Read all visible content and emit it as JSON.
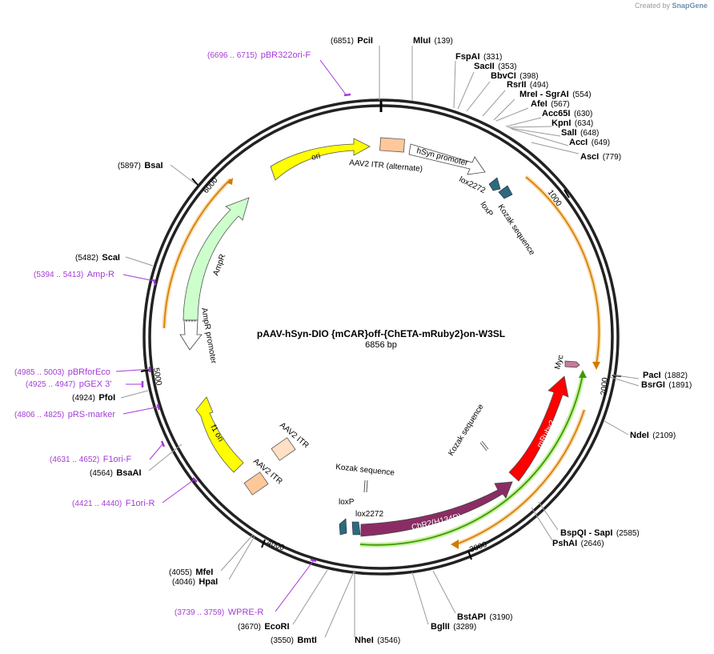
{
  "credit": {
    "prefix": "Created by",
    "brand": "SnapGene"
  },
  "title": "pAAV-hSyn-DIO {mCAR}off-{ChETA-mRuby2}on-W3SL",
  "length_label": "6856 bp",
  "colors": {
    "backbone": "#222222",
    "ori": "#ffff00",
    "itr": "#ffd9b0",
    "promoter": "#ffffff",
    "loxp": "#2d6a82",
    "ampr": "#ccffcc",
    "f1ori": "#ffff00",
    "chr2": "#8b2d64",
    "mruby2": "#ff0000",
    "myc": "#c97b9d",
    "orange_arc": "#e08a10",
    "green_arc": "#3c9a00",
    "primer": "#a33bd6"
  },
  "enzymes": [
    {
      "name": "PciI",
      "pos": "(6851)"
    },
    {
      "name": "MluI",
      "pos": "(139)"
    },
    {
      "name": "FspAI",
      "pos": "(331)"
    },
    {
      "name": "SacII",
      "pos": "(353)"
    },
    {
      "name": "BbvCI",
      "pos": "(398)"
    },
    {
      "name": "RsrII",
      "pos": "(494)"
    },
    {
      "name": "MreI - SgrAI",
      "pos": "(554)"
    },
    {
      "name": "AfeI",
      "pos": "(567)"
    },
    {
      "name": "Acc65I",
      "pos": "(630)"
    },
    {
      "name": "KpnI",
      "pos": "(634)"
    },
    {
      "name": "SalI",
      "pos": "(648)"
    },
    {
      "name": "AccI",
      "pos": "(649)"
    },
    {
      "name": "AscI",
      "pos": "(779)"
    },
    {
      "name": "PacI",
      "pos": "(1882)"
    },
    {
      "name": "BsrGI",
      "pos": "(1891)"
    },
    {
      "name": "NdeI",
      "pos": "(2109)"
    },
    {
      "name": "BspQI - SapI",
      "pos": "(2585)"
    },
    {
      "name": "PshAI",
      "pos": "(2646)"
    },
    {
      "name": "BstAPI",
      "pos": "(3190)"
    },
    {
      "name": "BglII",
      "pos": "(3289)"
    },
    {
      "name": "NheI",
      "pos": "(3546)"
    },
    {
      "name": "BmtI",
      "pos": "(3550)"
    },
    {
      "name": "EcoRI",
      "pos": "(3670)"
    },
    {
      "name": "HpaI",
      "pos": "(4046)"
    },
    {
      "name": "MfeI",
      "pos": "(4055)"
    },
    {
      "name": "BsaAI",
      "pos": "(4564)"
    },
    {
      "name": "PfoI",
      "pos": "(4924)"
    },
    {
      "name": "ScaI",
      "pos": "(5482)"
    },
    {
      "name": "BsaI",
      "pos": "(5897)"
    }
  ],
  "primers": [
    {
      "name": "pBR322ori-F",
      "range": "(6696 .. 6715)"
    },
    {
      "name": "Amp-R",
      "range": "(5394 .. 5413)"
    },
    {
      "name": "pBRforEco",
      "range": "(4985 .. 5003)"
    },
    {
      "name": "pGEX 3'",
      "range": "(4925 .. 4947)"
    },
    {
      "name": "pRS-marker",
      "range": "(4806 .. 4825)"
    },
    {
      "name": "F1ori-F",
      "range": "(4631 .. 4652)"
    },
    {
      "name": "F1ori-R",
      "range": "(4421 .. 4440)"
    },
    {
      "name": "WPRE-R",
      "range": "(3739 .. 3759)"
    }
  ],
  "ticks": [
    "1000",
    "2000",
    "3000",
    "4000",
    "5000",
    "6000"
  ],
  "features": {
    "ori": "ori",
    "itr_alt": "AAV2 ITR (alternate)",
    "hsyn": "hSyn promoter",
    "lox2272_top": "lox2272",
    "loxp_top": "loxP",
    "kozak_top": "Kozak sequence",
    "ampr": "AmpR",
    "ampr_promoter": "AmpR promoter",
    "f1ori": "f1 ori",
    "itr_1": "AAV2 ITR",
    "itr_2": "AAV2 ITR",
    "kozak_mid": "Kozak sequence",
    "kozak_right": "Kozak sequence",
    "loxp_bottom": "loxP",
    "lox2272_bottom": "lox2272",
    "chr2": "ChR2(H134R)",
    "mruby2": "mRuby2",
    "myc": "Myc"
  }
}
